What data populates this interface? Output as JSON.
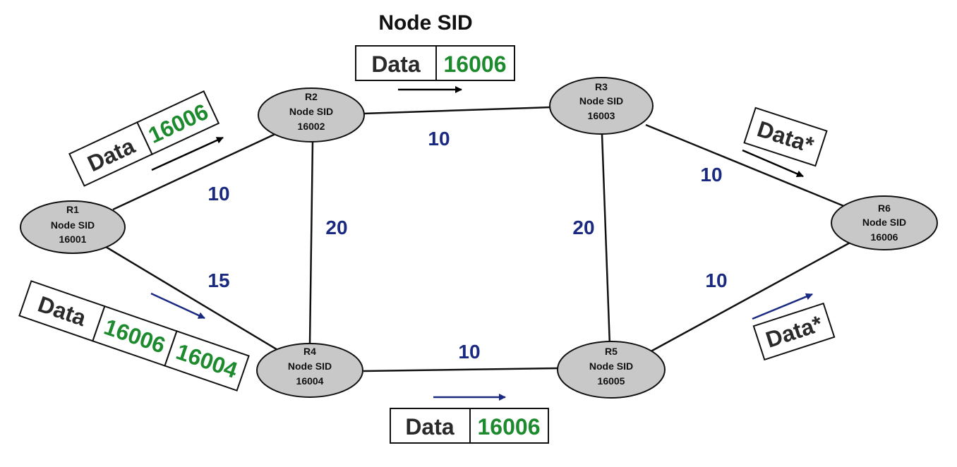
{
  "title": "Node SID",
  "colors": {
    "node_fill": "#c8c8c8",
    "link": "#111111",
    "metric": "#1a2a80",
    "sid_label": "#1e8a2e",
    "arrow_black": "#000000",
    "arrow_blue": "#1a2a80"
  },
  "nodes": [
    {
      "id": "R1",
      "line1": "R1",
      "line2": "Node SID",
      "line3": "16001"
    },
    {
      "id": "R2",
      "line1": "R2",
      "line2": "Node SID",
      "line3": "16002"
    },
    {
      "id": "R3",
      "line1": "R3",
      "line2": "Node SID",
      "line3": "16003"
    },
    {
      "id": "R4",
      "line1": "R4",
      "line2": "Node SID",
      "line3": "16004"
    },
    {
      "id": "R5",
      "line1": "R5",
      "line2": "Node SID",
      "line3": "16005"
    },
    {
      "id": "R6",
      "line1": "R6",
      "line2": "Node SID",
      "line3": "16006"
    }
  ],
  "links": [
    {
      "from": "R1",
      "to": "R2",
      "metric": "10"
    },
    {
      "from": "R1",
      "to": "R4",
      "metric": "15"
    },
    {
      "from": "R2",
      "to": "R3",
      "metric": "10"
    },
    {
      "from": "R2",
      "to": "R4",
      "metric": "20"
    },
    {
      "from": "R3",
      "to": "R5",
      "metric": "20"
    },
    {
      "from": "R3",
      "to": "R6",
      "metric": "10"
    },
    {
      "from": "R4",
      "to": "R5",
      "metric": "10"
    },
    {
      "from": "R5",
      "to": "R6",
      "metric": "10"
    }
  ],
  "packets": {
    "r1_r2": {
      "data": "Data",
      "sids": [
        "16006"
      ]
    },
    "r2_r3": {
      "data": "Data",
      "sids": [
        "16006"
      ]
    },
    "r3_r6": {
      "data": "Data*",
      "sids": []
    },
    "r1_r4": {
      "data": "Data",
      "sids": [
        "16006",
        "16004"
      ]
    },
    "r4_r5": {
      "data": "Data",
      "sids": [
        "16006"
      ]
    },
    "r5_r6": {
      "data": "Data*",
      "sids": []
    }
  }
}
